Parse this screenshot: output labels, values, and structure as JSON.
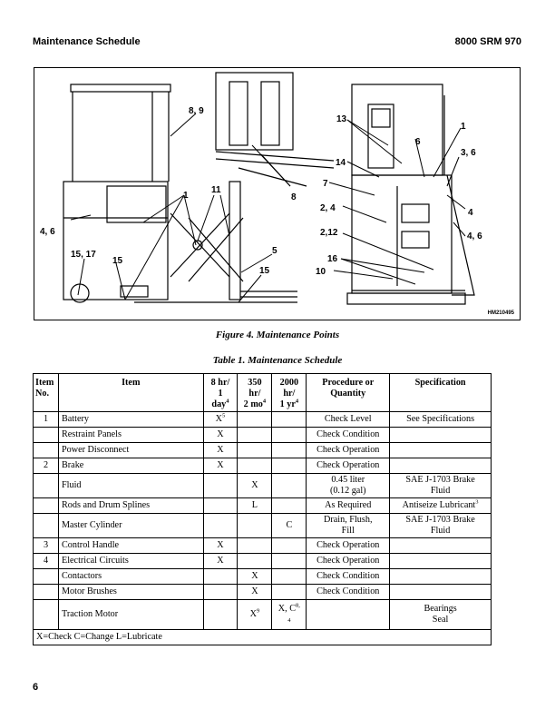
{
  "header": {
    "left": "Maintenance Schedule",
    "right": "8000 SRM 970"
  },
  "figure": {
    "caption": "Figure 4. Maintenance Points",
    "code": "HM210495",
    "callouts": [
      "8, 9",
      "1",
      "11",
      "8",
      "5",
      "15",
      "4, 6",
      "15, 17",
      "15",
      "13",
      "1",
      "6",
      "3, 6",
      "14",
      "7",
      "2, 4",
      "4",
      "2,12",
      "4, 6",
      "16",
      "10"
    ]
  },
  "table": {
    "caption": "Table 1. Maintenance Schedule",
    "headers": {
      "item_no": [
        "Item",
        "No."
      ],
      "item": "Item",
      "col8": [
        "8 hr/",
        "1",
        "day"
      ],
      "col8_sup": "4",
      "col350": [
        "350",
        "hr/",
        "2 mo"
      ],
      "col350_sup": "4",
      "col2000": [
        "2000",
        "hr/",
        "1 yr"
      ],
      "col2000_sup": "4",
      "procedure": [
        "Procedure or",
        "Quantity"
      ],
      "specification": "Specification"
    },
    "rows": [
      {
        "no": "1",
        "item": "Battery",
        "d8": "X",
        "d8_sup": "5",
        "d350": "",
        "d2000": "",
        "proc": "Check Level",
        "spec": "See Specifications"
      },
      {
        "no": "",
        "item": "Restraint Panels",
        "d8": "X",
        "d350": "",
        "d2000": "",
        "proc": "Check Condition",
        "spec": ""
      },
      {
        "no": "",
        "item": "Power Disconnect",
        "d8": "X",
        "d350": "",
        "d2000": "",
        "proc": "Check Operation",
        "spec": ""
      },
      {
        "no": "2",
        "item": "Brake",
        "d8": "X",
        "d350": "",
        "d2000": "",
        "proc": "Check Operation",
        "spec": ""
      },
      {
        "no": "",
        "item": "Fluid",
        "d8": "",
        "d350": "X",
        "d2000": "",
        "proc": [
          "0.45 liter",
          "(0.12 gal)"
        ],
        "spec": [
          "SAE J-1703 Brake",
          "Fluid"
        ]
      },
      {
        "no": "",
        "item": "Rods and Drum Splines",
        "d8": "",
        "d350": "L",
        "d2000": "",
        "proc": "As Required",
        "spec": "Antiseize Lubricant",
        "spec_sup": "3"
      },
      {
        "no": "",
        "item": "Master Cylinder",
        "d8": "",
        "d350": "",
        "d2000": "C",
        "proc": [
          "Drain, Flush,",
          "Fill"
        ],
        "spec": [
          "SAE J-1703 Brake",
          "Fluid"
        ]
      },
      {
        "no": "3",
        "item": "Control Handle",
        "d8": "X",
        "d350": "",
        "d2000": "",
        "proc": "Check Operation",
        "spec": ""
      },
      {
        "no": "4",
        "item": "Electrical Circuits",
        "d8": "X",
        "d350": "",
        "d2000": "",
        "proc": "Check Operation",
        "spec": ""
      },
      {
        "no": "",
        "item": "Contactors",
        "d8": "",
        "d350": "X",
        "d2000": "",
        "proc": "Check Condition",
        "spec": ""
      },
      {
        "no": "",
        "item": "Motor Brushes",
        "d8": "",
        "d350": "X",
        "d2000": "",
        "proc": "Check Condition",
        "spec": ""
      },
      {
        "no": "",
        "item": "Traction Motor",
        "d8": "",
        "d350": "X",
        "d350_sup": "9",
        "d2000": "X, C",
        "d2000_sup": "8,",
        "d2000_sub": "4",
        "proc": "",
        "spec": [
          "Bearings",
          "Seal"
        ]
      }
    ],
    "legend": "X=Check C=Change L=Lubricate"
  },
  "page_number": "6"
}
